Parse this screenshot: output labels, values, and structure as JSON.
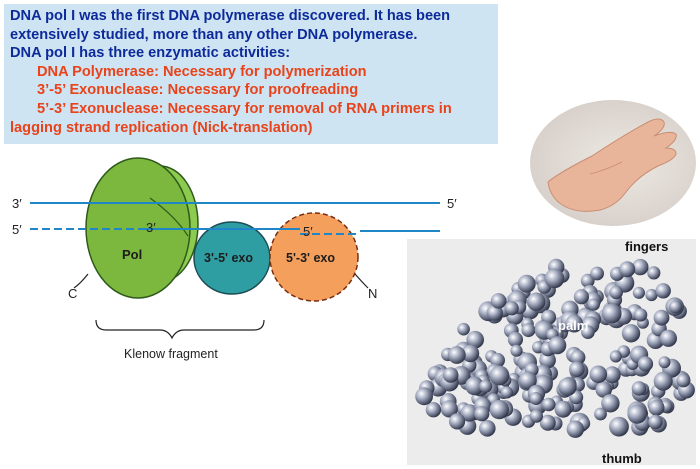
{
  "text_box": {
    "lines": [
      "DNA pol I was the first DNA polymerase discovered.  It has been",
      "extensively studied, more than any other DNA polymerase.",
      "DNA pol I has three enzymatic activities:"
    ],
    "activities": [
      "DNA Polymerase:  Necessary for polymerization",
      "3’-5’ Exonuclease:  Necessary for proofreading",
      "5’-3’ Exonuclease:  Necessary for removal of RNA primers in"
    ],
    "continuation": "lagging strand replication (Nick-translation)",
    "colors": {
      "background": "#cfe4f3",
      "blue_text": "#0d2a9a",
      "red_text": "#e8431a"
    }
  },
  "diagram": {
    "strand_top_left": "3′",
    "strand_top_right": "5′",
    "strand_bottom_left": "5′",
    "pol_label": "Pol",
    "pol_3prime": "3′",
    "exo35_label": "3'-5' exo",
    "exo53_label": "5'-3' exo",
    "exo53_5prime": "5′",
    "c_terminus": "C",
    "n_terminus": "N",
    "klenow_label": "Klenow fragment",
    "colors": {
      "pol": "#7cb83e",
      "exo35": "#2f9ea3",
      "exo53": "#f4a05c",
      "dna": "#1f86c8"
    }
  },
  "molecule": {
    "fingers": "fingers",
    "palm": "palm",
    "thumb": "thumb"
  }
}
